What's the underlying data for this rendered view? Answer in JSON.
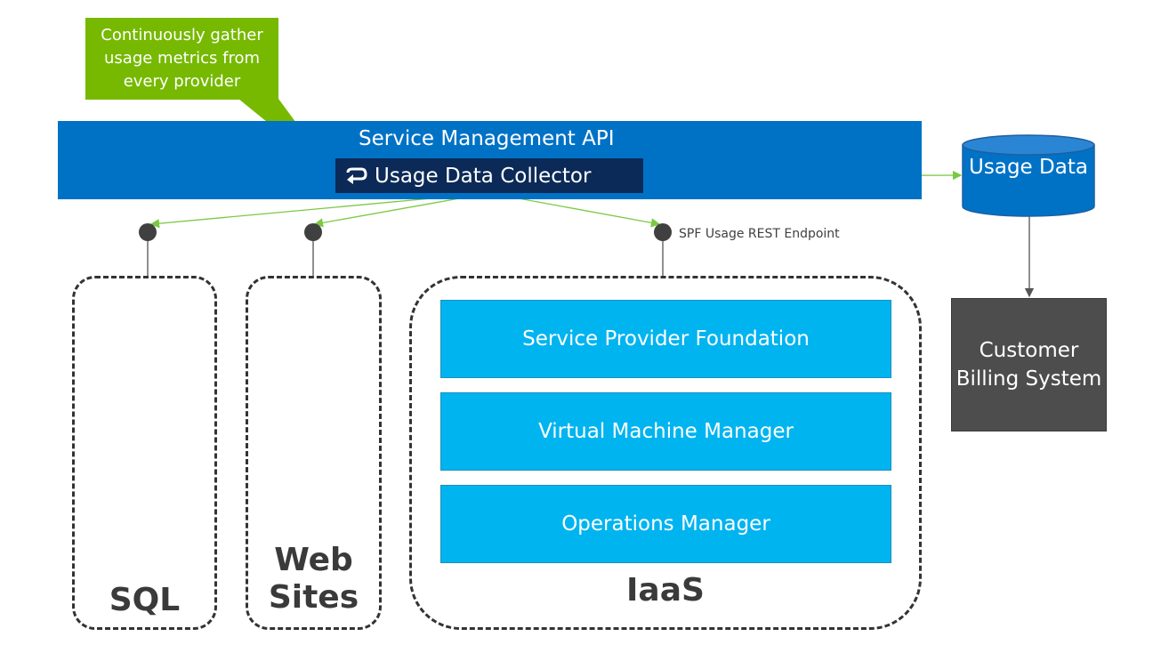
{
  "callout": {
    "text": "Continuously gather usage metrics from every provider"
  },
  "service_management_api": {
    "title": "Service Management API",
    "collector_label": "Usage Data Collector",
    "collector_icon": "refresh-arrow-icon"
  },
  "usage_data": {
    "label": "Usage Data"
  },
  "billing": {
    "label": "Customer Billing System"
  },
  "endpoint": {
    "label": "SPF Usage REST Endpoint"
  },
  "providers": {
    "sql": "SQL",
    "websites": "Web Sites",
    "iaas": "IaaS"
  },
  "iaas_layers": [
    "Service Provider Foundation",
    "Virtual Machine Manager",
    "Operations Manager"
  ],
  "colors": {
    "callout": "#76b900",
    "api_bar": "#0072c6",
    "collector": "#0b2a57",
    "database": "#0072c6",
    "billing": "#4d4d4d",
    "layer": "#00b4f0",
    "connector": "#7ac943"
  }
}
